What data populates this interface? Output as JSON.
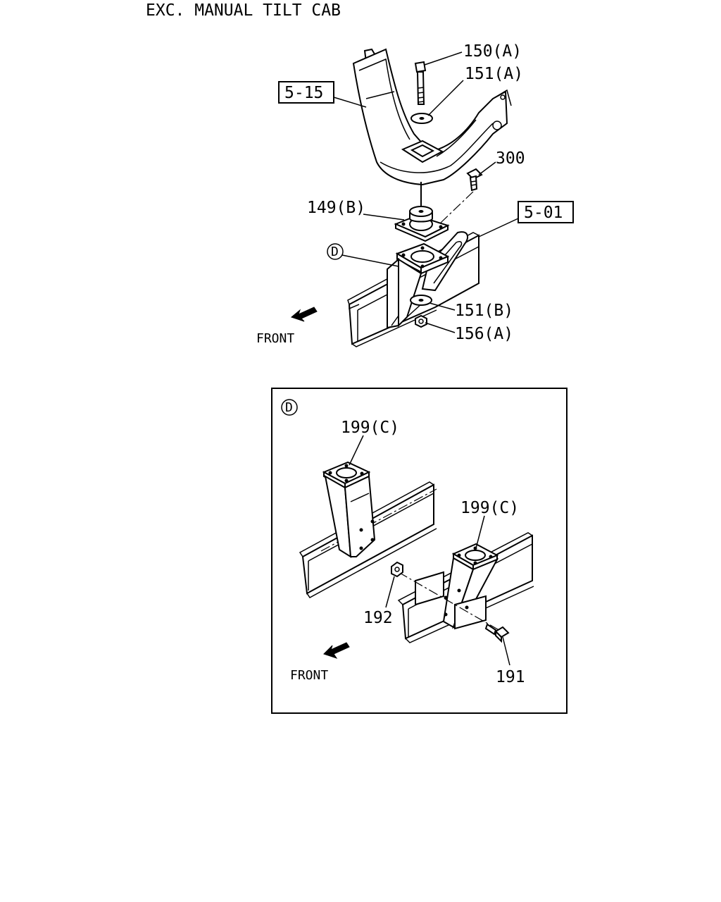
{
  "header": {
    "title": "EXC. MANUAL TILT CAB"
  },
  "main_view": {
    "refs": {
      "cab_mount": "5-15",
      "frame": "5-01"
    },
    "callouts": {
      "bolt": "150(A)",
      "washer_upper": "151(A)",
      "bolt_small": "300",
      "rubber_mount": "149(B)",
      "detail_marker": "D",
      "washer_lower": "151(B)",
      "nut": "156(A)"
    },
    "front_label": "FRONT"
  },
  "detail_view": {
    "marker": "D",
    "callouts": {
      "bracket_left": "199(C)",
      "bracket_right": "199(C)",
      "nut": "192",
      "bolt": "191"
    },
    "front_label": "FRONT"
  }
}
